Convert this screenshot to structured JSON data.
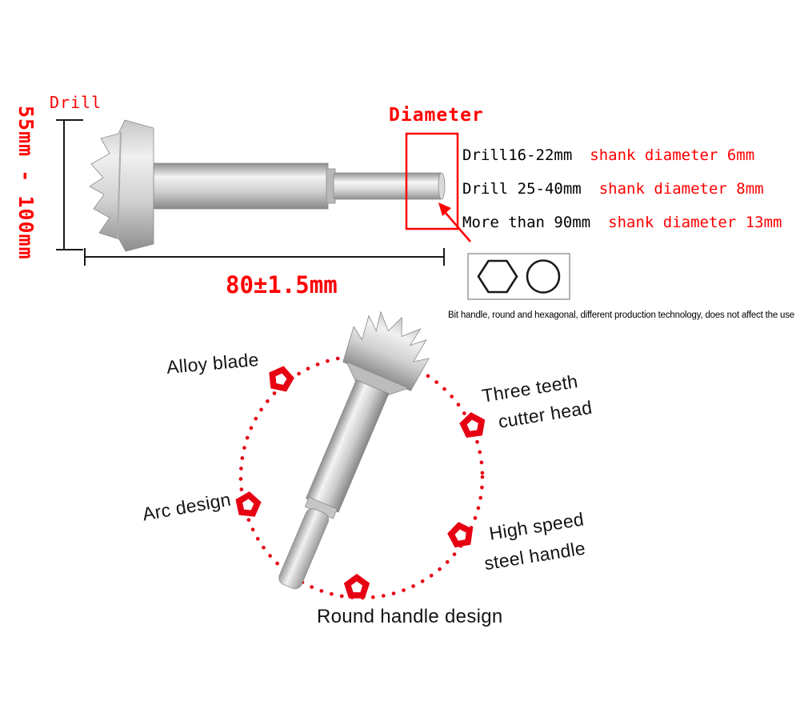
{
  "colors": {
    "accent_red": "#ff0000",
    "marker_red": "#e60012",
    "text_black": "#141414",
    "metal_gray": "#cfcfcf"
  },
  "top_section": {
    "drill_label": "Drill",
    "size_range": "55mm - 100mm",
    "diameter_title": "Diameter",
    "specs": [
      {
        "drill": "Drill16-22mm",
        "shank": "shank diameter 6mm"
      },
      {
        "drill": "Drill 25-40mm",
        "shank": "shank diameter 8mm"
      },
      {
        "drill": "More than 90mm",
        "shank": "shank diameter 13mm"
      }
    ],
    "length": "80±1.5mm",
    "note": "Bit handle, round and hexagonal, different production technology, does not affect the use"
  },
  "features": {
    "alloy_blade": "Alloy blade",
    "three_teeth_line1": "Three teeth",
    "three_teeth_line2": "cutter head",
    "arc_design": "Arc design",
    "high_speed_line1": "High speed",
    "high_speed_line2": "steel handle",
    "round_handle": "Round handle design"
  },
  "icons": {
    "hex_shank": "hexagon-outline",
    "round_shank": "circle-outline",
    "feature_marker": "red-pentagon",
    "pointer": "red-arrow"
  }
}
